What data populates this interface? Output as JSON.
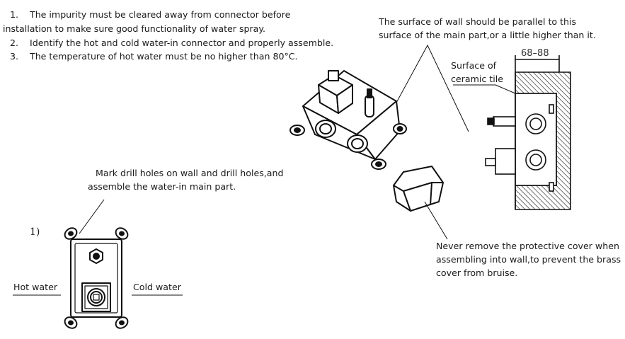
{
  "instructions": [
    {
      "num": "1.",
      "text": "The impurity must be cleared away from connector before",
      "cont": "installation to make sure good functionality of water spray."
    },
    {
      "num": "2.",
      "text": "Identify the hot and cold water-in connector and properly assemble."
    },
    {
      "num": "3.",
      "text": "The temperature of hot water must be no higher than 80°C."
    }
  ],
  "wall_note": {
    "line1": "The surface of wall should be parallel to this",
    "line2": "surface of the main part,or a little higher than it."
  },
  "surface_label": {
    "line1": "Surface of",
    "line2": "ceramic tile"
  },
  "dimension": "68–88",
  "drill_note": {
    "line1": "Mark drill holes on wall and drill holes,and",
    "line2": "assemble the water-in main part."
  },
  "step_label": "1)",
  "hot_label": "Hot water",
  "cold_label": "Cold water",
  "cover_note": {
    "line1": "Never remove the protective cover when",
    "line2": "assembling into wall,to prevent the brass",
    "line3": "cover from bruise."
  }
}
